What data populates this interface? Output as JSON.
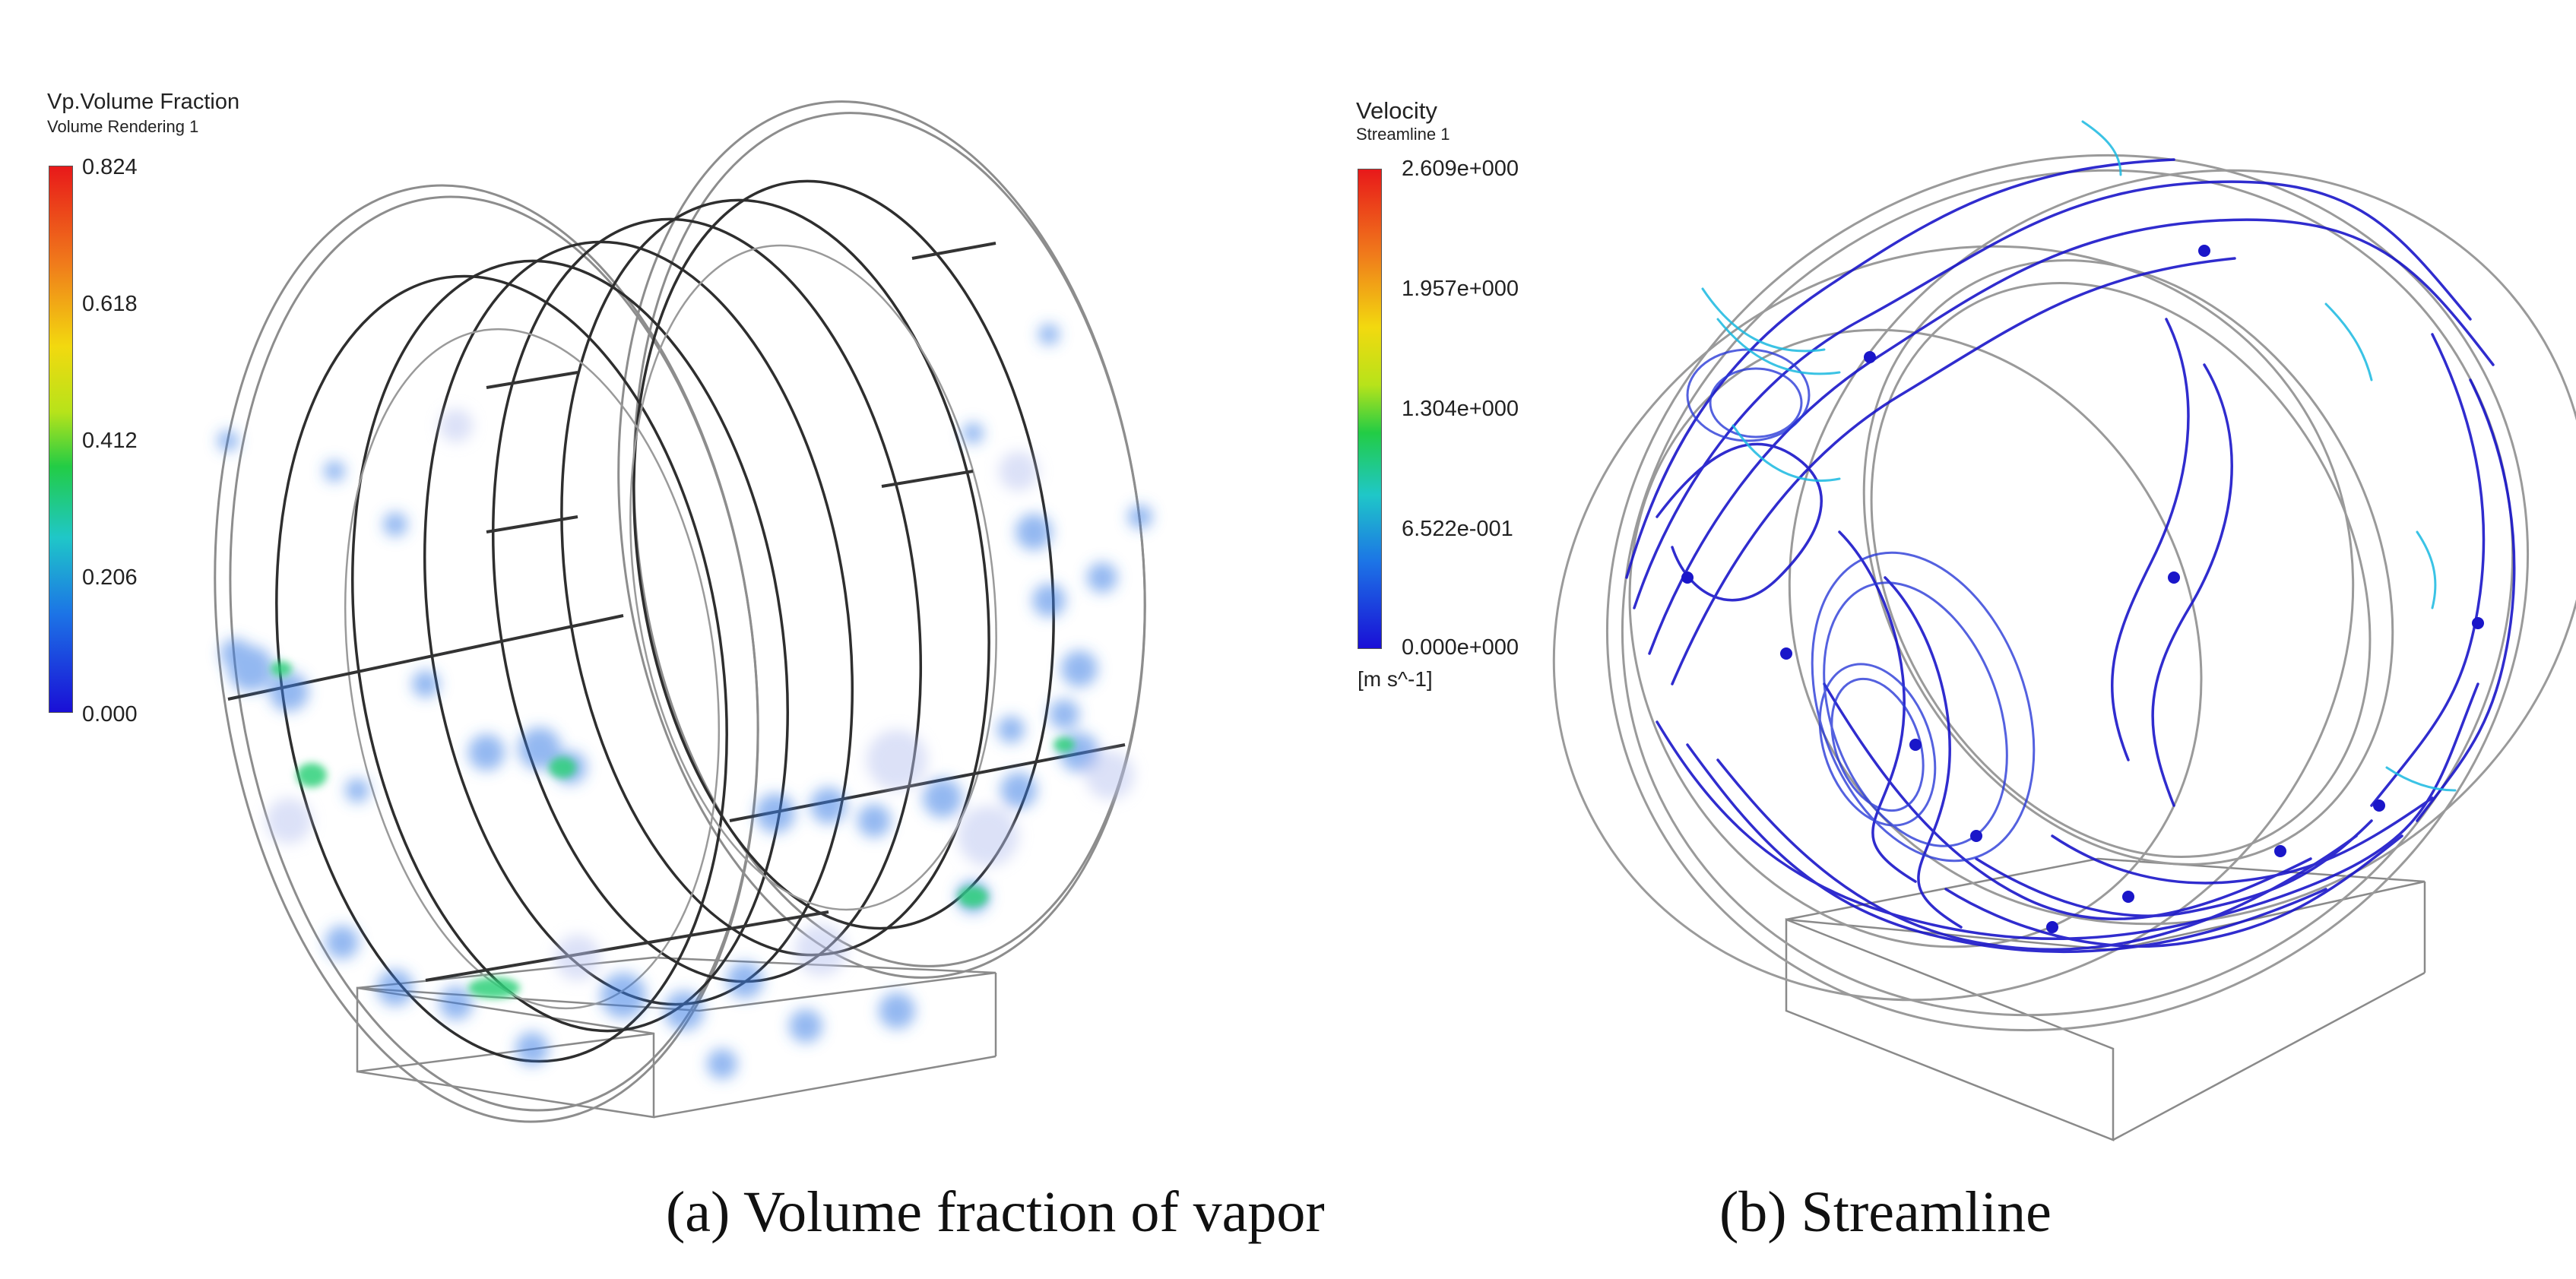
{
  "left_panel": {
    "legend": {
      "title": "Vp.Volume Fraction",
      "subtitle": "Volume Rendering 1",
      "ticks": [
        "0.824",
        "0.618",
        "0.412",
        "0.206",
        "0.000"
      ]
    },
    "caption": "(a) Volume fraction of vapor"
  },
  "right_panel": {
    "legend": {
      "title": "Velocity",
      "subtitle": "Streamline 1",
      "ticks": [
        "2.609e+000",
        "1.957e+000",
        "1.304e+000",
        "6.522e-001",
        "0.000e+000"
      ],
      "unit": "[m s^-1]"
    },
    "caption": "(b) Streamline"
  },
  "colors": {
    "wireframe": "#333333",
    "wireframe_light": "#9a9a9a",
    "vapor_blue": "#3d7fe6",
    "vapor_green": "#2fd07a",
    "streamline_blue": "#1a16c9",
    "streamline_cyan": "#19b9e0"
  },
  "icons": {
    "left_visual": "cylinder-wireframe-vapor-icon",
    "right_visual": "cylinder-wireframe-streamlines-icon"
  }
}
